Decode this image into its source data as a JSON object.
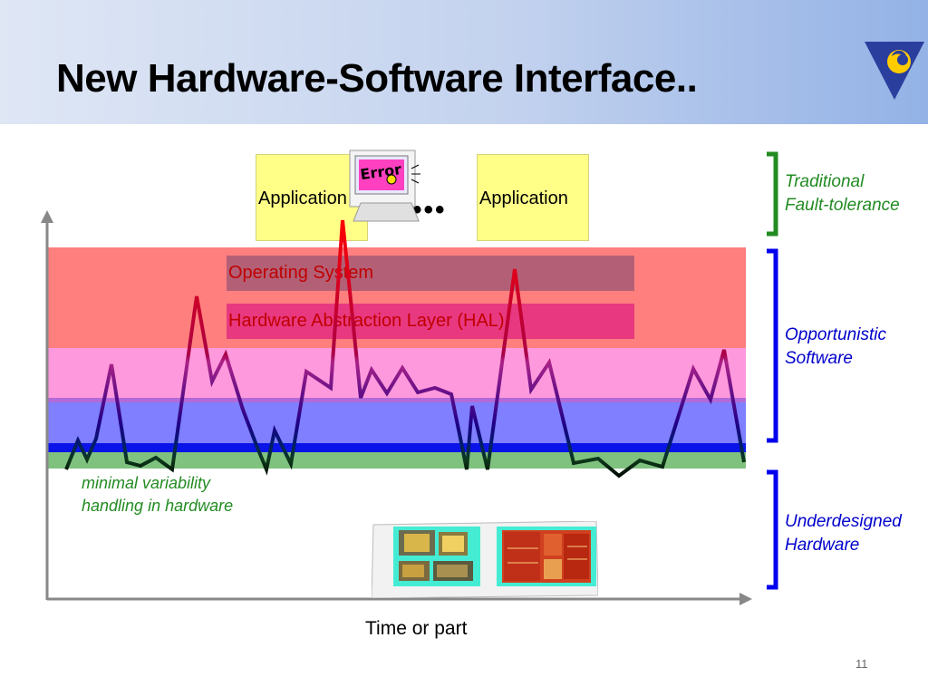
{
  "slide": {
    "title": "New Hardware-Software Interface..",
    "page_number": "11"
  },
  "stack": {
    "application_left": "Application",
    "application_right": "Application",
    "ellipsis": "•••",
    "operating_system": "Operating System",
    "hal": "Hardware Abstraction Layer (HAL)",
    "error_icon_text": "Error"
  },
  "brackets": {
    "traditional": [
      "Traditional",
      "Fault-tolerance"
    ],
    "opportunistic": [
      "Opportunistic",
      "Software"
    ],
    "underdesigned": [
      "Underdesigned",
      "Hardware"
    ]
  },
  "annotations": {
    "minimal": [
      "minimal variability",
      "handling in hardware"
    ]
  },
  "axes": {
    "xlabel": "Time or part"
  },
  "colors": {
    "red_band": "#ff7f7f",
    "pink_band": "#ff99dd",
    "blue_band": "#7f7fff",
    "green_band": "#7fc27f",
    "green_text": "#228b22",
    "blue_text": "#0000cc",
    "os_text": "#c00000"
  }
}
